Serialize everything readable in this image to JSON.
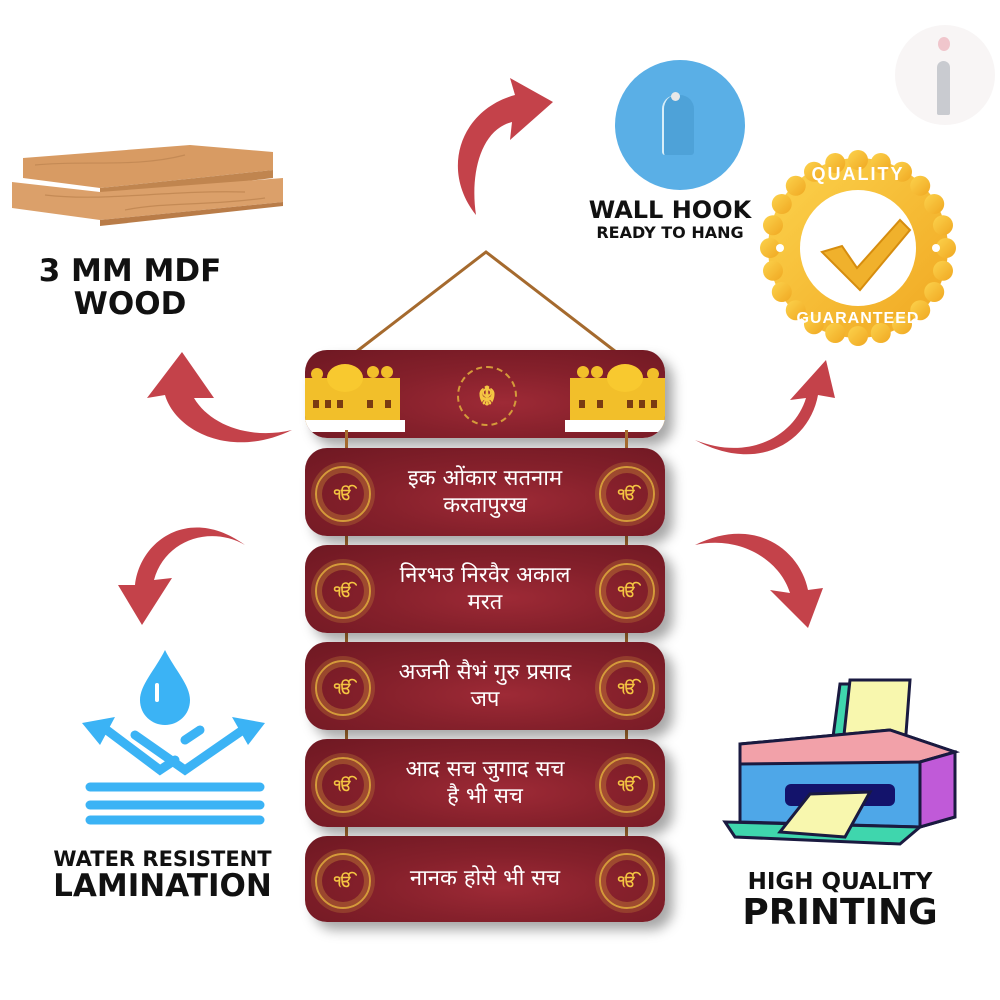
{
  "features": {
    "mdf": {
      "icon": "wood-planks-icon",
      "line1": "3 MM MDF",
      "line2": "WOOD"
    },
    "hook": {
      "icon": "wall-hook-icon",
      "line1": "WALL HOOK",
      "line2": "READY TO HANG"
    },
    "quality": {
      "icon": "quality-badge-icon",
      "top_text": "QUALITY",
      "bottom_text": "GUARANTEED"
    },
    "water": {
      "icon": "water-drop-icon",
      "line1": "WATER RESISTENT",
      "line2": "LAMINATION"
    },
    "printing": {
      "icon": "printer-icon",
      "line1": "HIGH QUALITY",
      "line2": "PRINTING"
    }
  },
  "header_plank": {
    "emblem": "khanda-icon"
  },
  "planks": [
    {
      "line1": "इक ओंकार सतनाम",
      "line2": "करतापुरख"
    },
    {
      "line1": "निरभउ निरवैर अकाल",
      "line2": "मरत"
    },
    {
      "line1": "अजनी सैभं गुरु प्रसाद",
      "line2": "जप"
    },
    {
      "line1": "आद सच जुगाद सच",
      "line2": "है भी सच"
    },
    {
      "line1": "नानक होसे भी सच",
      "line2": ""
    }
  ],
  "medal_glyph": "ੴ",
  "colors": {
    "arrow": "#c4424a",
    "plank": "#85202b",
    "gold": "#f4b72a",
    "water": "#3bb3f5"
  },
  "watermark": "i"
}
